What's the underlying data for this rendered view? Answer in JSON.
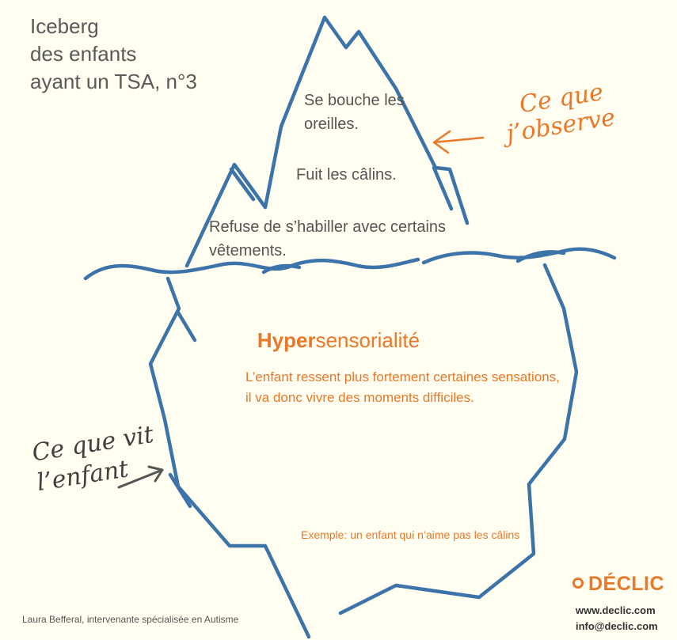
{
  "title_lines": [
    "Iceberg",
    "des enfants",
    "ayant un TSA, n°3"
  ],
  "observations": {
    "item_1": [
      "Se bouche les",
      "oreilles."
    ],
    "item_2": "Fuit les câlins.",
    "item_3": [
      "Refuse de s’habiller avec certains",
      "vêtements."
    ]
  },
  "labels": {
    "observe": [
      "Ce que",
      "j’observe"
    ],
    "child": [
      "Ce que vit",
      "l’enfant"
    ]
  },
  "core": {
    "heading_bold": "Hyper",
    "heading_rest": "sensorialité",
    "description": [
      "L’enfant ressent plus fortement certaines sensations,",
      "il va donc  vivre des moments difficiles."
    ],
    "example": "Exemple: un enfant qui n’aime pas les câlins"
  },
  "footer": {
    "credit": "Laura Befferal, intervenante spécialisée en Autisme",
    "brand": "DÉCLIC",
    "website": "www.declic.com",
    "email": "info@declic.com"
  },
  "colors": {
    "background": "#f7f5c6",
    "ink_blue": "#3c73a8",
    "accent_orange": "#e8782a",
    "text_grey": "#555555"
  }
}
